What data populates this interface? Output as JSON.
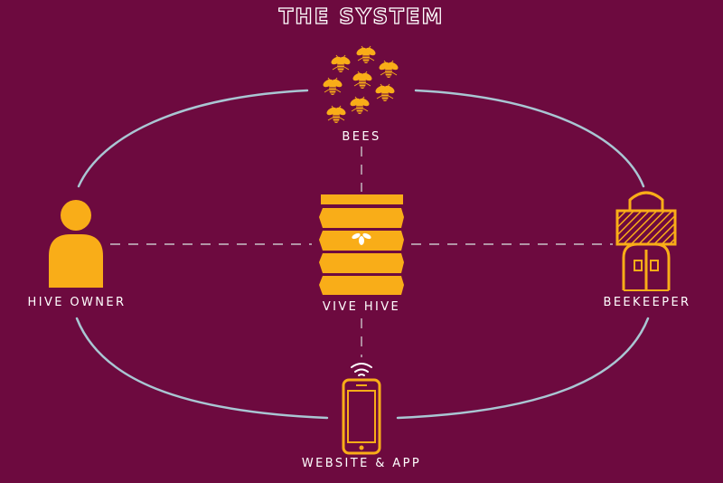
{
  "title": "THE SYSTEM",
  "nodes": {
    "bees": "BEES",
    "hive_owner": "HIVE OWNER",
    "vive_hive": "VIVE HIVE",
    "beekeeper": "BEEKEEPER",
    "website_app": "WEBSITE & APP"
  },
  "colors": {
    "background": "#6d0a3f",
    "accent": "#f9ad18",
    "loop": "#a9c6d3",
    "text": "#ffffff"
  },
  "icons": [
    "bee-swarm-icon",
    "person-icon",
    "beehive-icon",
    "beekeeper-hut-icon",
    "smartphone-icon"
  ]
}
